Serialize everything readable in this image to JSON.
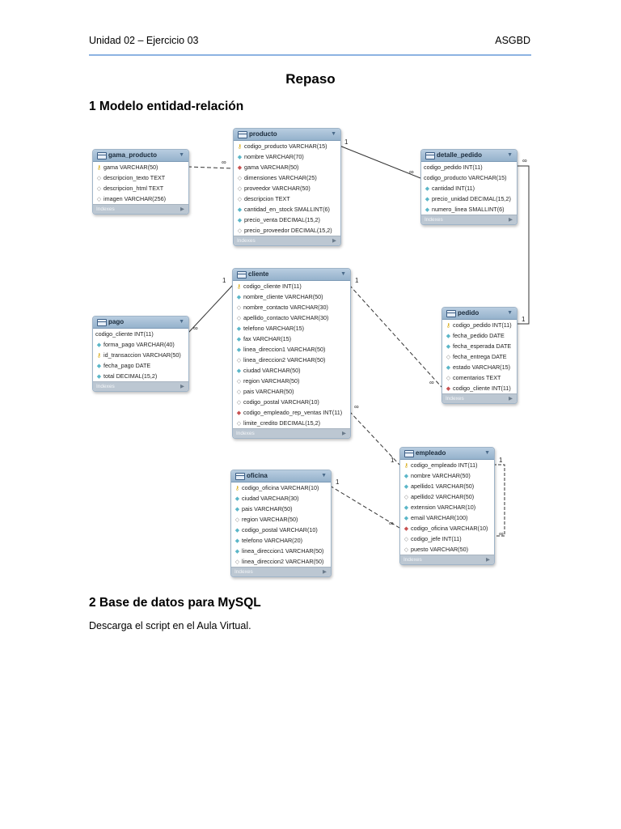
{
  "header": {
    "left": "Unidad 02 – Ejercicio 03",
    "right": "ASGBD"
  },
  "title": "Repaso",
  "section1": {
    "heading": "1 Modelo entidad-relación"
  },
  "section2": {
    "heading": "2 Base de datos para MySQL",
    "text": "Descarga el script en el Aula Virtual."
  },
  "diagram": {
    "indexes_label": "Indexes",
    "tables": [
      {
        "name": "gama_producto",
        "cols": [
          {
            "icon": "pk",
            "text": "gama VARCHAR(50)"
          },
          {
            "icon": "opt",
            "text": "descripcion_texto TEXT"
          },
          {
            "icon": "opt",
            "text": "descripcion_html TEXT"
          },
          {
            "icon": "opt",
            "text": "imagen VARCHAR(256)"
          }
        ]
      },
      {
        "name": "producto",
        "cols": [
          {
            "icon": "pk",
            "text": "codigo_producto VARCHAR(15)"
          },
          {
            "icon": "col",
            "text": "nombre VARCHAR(70)"
          },
          {
            "icon": "fk",
            "text": "gama VARCHAR(50)"
          },
          {
            "icon": "opt",
            "text": "dimensiones VARCHAR(25)"
          },
          {
            "icon": "opt",
            "text": "proveedor VARCHAR(50)"
          },
          {
            "icon": "opt",
            "text": "descripcion TEXT"
          },
          {
            "icon": "col",
            "text": "cantidad_en_stock SMALLINT(6)"
          },
          {
            "icon": "col",
            "text": "precio_venta DECIMAL(15,2)"
          },
          {
            "icon": "opt",
            "text": "precio_proveedor DECIMAL(15,2)"
          }
        ]
      },
      {
        "name": "detalle_pedido",
        "cols": [
          {
            "icon": "none",
            "text": "codigo_pedido INT(11)"
          },
          {
            "icon": "none",
            "text": "codigo_producto VARCHAR(15)"
          },
          {
            "icon": "col",
            "text": "cantidad INT(11)"
          },
          {
            "icon": "col",
            "text": "precio_unidad DECIMAL(15,2)"
          },
          {
            "icon": "col",
            "text": "numero_linea SMALLINT(6)"
          }
        ]
      },
      {
        "name": "cliente",
        "cols": [
          {
            "icon": "pk",
            "text": "codigo_cliente INT(11)"
          },
          {
            "icon": "col",
            "text": "nombre_cliente VARCHAR(50)"
          },
          {
            "icon": "opt",
            "text": "nombre_contacto VARCHAR(30)"
          },
          {
            "icon": "opt",
            "text": "apellido_contacto VARCHAR(30)"
          },
          {
            "icon": "col",
            "text": "telefono VARCHAR(15)"
          },
          {
            "icon": "col",
            "text": "fax VARCHAR(15)"
          },
          {
            "icon": "col",
            "text": "linea_direccion1 VARCHAR(50)"
          },
          {
            "icon": "opt",
            "text": "linea_direccion2 VARCHAR(50)"
          },
          {
            "icon": "col",
            "text": "ciudad VARCHAR(50)"
          },
          {
            "icon": "opt",
            "text": "region VARCHAR(50)"
          },
          {
            "icon": "opt",
            "text": "pais VARCHAR(50)"
          },
          {
            "icon": "opt",
            "text": "codigo_postal VARCHAR(10)"
          },
          {
            "icon": "fk",
            "text": "codigo_empleado_rep_ventas INT(11)"
          },
          {
            "icon": "opt",
            "text": "limite_credito DECIMAL(15,2)"
          }
        ]
      },
      {
        "name": "pago",
        "cols": [
          {
            "icon": "none",
            "text": "codigo_cliente INT(11)"
          },
          {
            "icon": "col",
            "text": "forma_pago VARCHAR(40)"
          },
          {
            "icon": "pk",
            "text": "id_transaccion VARCHAR(50)"
          },
          {
            "icon": "col",
            "text": "fecha_pago DATE"
          },
          {
            "icon": "col",
            "text": "total DECIMAL(15,2)"
          }
        ]
      },
      {
        "name": "pedido",
        "cols": [
          {
            "icon": "pk",
            "text": "codigo_pedido INT(11)"
          },
          {
            "icon": "col",
            "text": "fecha_pedido DATE"
          },
          {
            "icon": "col",
            "text": "fecha_esperada DATE"
          },
          {
            "icon": "opt",
            "text": "fecha_entrega DATE"
          },
          {
            "icon": "col",
            "text": "estado VARCHAR(15)"
          },
          {
            "icon": "opt",
            "text": "comentarios TEXT"
          },
          {
            "icon": "fk",
            "text": "codigo_cliente INT(11)"
          }
        ]
      },
      {
        "name": "empleado",
        "cols": [
          {
            "icon": "pk",
            "text": "codigo_empleado INT(11)"
          },
          {
            "icon": "col",
            "text": "nombre VARCHAR(50)"
          },
          {
            "icon": "col",
            "text": "apellido1 VARCHAR(50)"
          },
          {
            "icon": "opt",
            "text": "apellido2 VARCHAR(50)"
          },
          {
            "icon": "col",
            "text": "extension VARCHAR(10)"
          },
          {
            "icon": "col",
            "text": "email VARCHAR(100)"
          },
          {
            "icon": "fk",
            "text": "codigo_oficina VARCHAR(10)"
          },
          {
            "icon": "opt",
            "text": "codigo_jefe INT(11)"
          },
          {
            "icon": "opt",
            "text": "puesto VARCHAR(50)"
          }
        ]
      },
      {
        "name": "oficina",
        "cols": [
          {
            "icon": "pk",
            "text": "codigo_oficina VARCHAR(10)"
          },
          {
            "icon": "col",
            "text": "ciudad VARCHAR(30)"
          },
          {
            "icon": "col",
            "text": "pais VARCHAR(50)"
          },
          {
            "icon": "opt",
            "text": "region VARCHAR(50)"
          },
          {
            "icon": "col",
            "text": "codigo_postal VARCHAR(10)"
          },
          {
            "icon": "col",
            "text": "telefono VARCHAR(20)"
          },
          {
            "icon": "col",
            "text": "linea_direccion1 VARCHAR(50)"
          },
          {
            "icon": "opt",
            "text": "linea_direccion2 VARCHAR(50)"
          }
        ]
      }
    ]
  }
}
